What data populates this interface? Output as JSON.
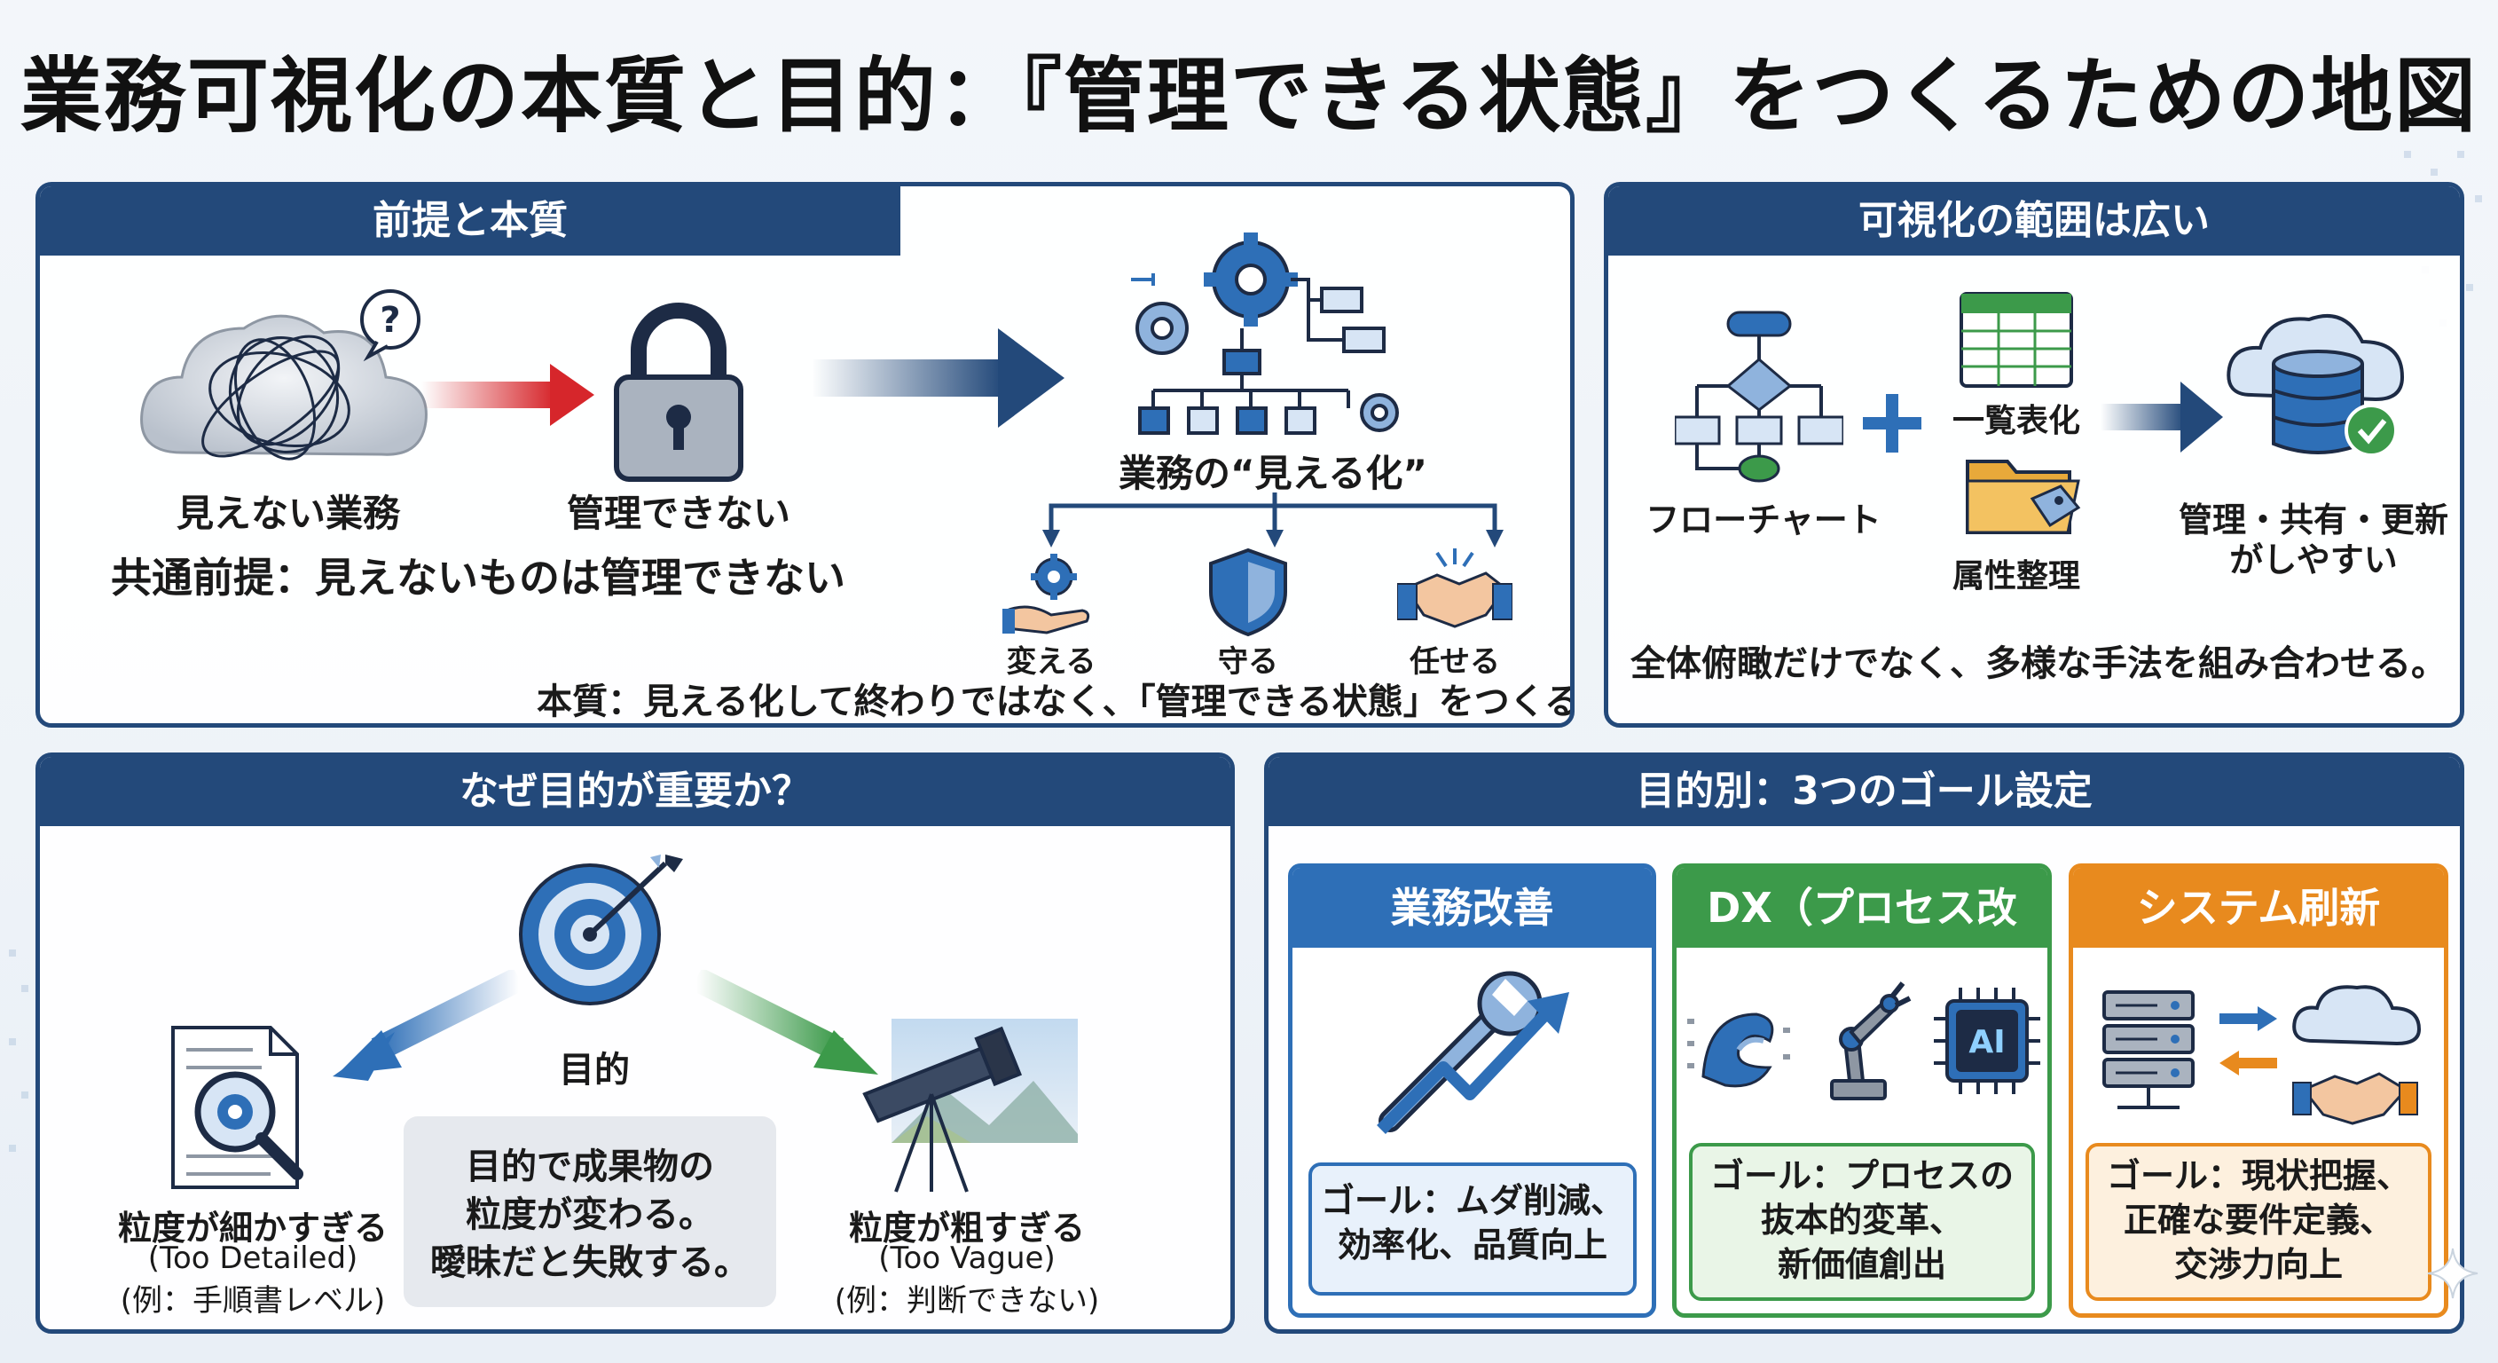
{
  "title": "業務可視化の本質と目的：『管理できる状態』をつくるための地図",
  "panel1": {
    "heading": "前提と本質",
    "invisible_work": "見えない業務",
    "cannot_manage": "管理できない",
    "premise": "共通前提：見えないものは管理できない",
    "visualization": "業務の“見える化”",
    "benefit_change": "変える",
    "benefit_protect": "守る",
    "benefit_delegate": "任せる",
    "essence": "本質：見える化して終わりではなく、「管理できる状態」をつくる"
  },
  "panel2": {
    "heading": "可視化の範囲は広い",
    "flowchart": "フローチャート",
    "list": "一覧表化",
    "attribute": "属性整理",
    "result_line1": "管理・共有・更新",
    "result_line2": "がしやすい",
    "summary": "全体俯瞰だけでなく、多様な手法を組み合わせる。"
  },
  "panel3": {
    "heading": "なぜ目的が重要か？",
    "purpose": "目的",
    "too_detailed": "粒度が細かすぎる",
    "too_detailed_en": "(Too Detailed)",
    "too_detailed_ex": "(例：手順書レベル)",
    "too_vague": "粒度が粗すぎる",
    "too_vague_en": "(Too Vague)",
    "too_vague_ex": "(例：判断できない)",
    "note_line1": "目的で成果物の",
    "note_line2": "粒度が変わる。",
    "note_line3": "曖昧だと失敗する。"
  },
  "panel4": {
    "heading": "目的別：3つのゴール設定",
    "goals": [
      {
        "title": "業務改善",
        "line1": "ゴール：ムダ削減、",
        "line2": "効率化、品質向上",
        "line3": "",
        "color": "#2e6fb7",
        "box_bg": "#e8f1fb"
      },
      {
        "title": "DX（プロセス改革）",
        "line1": "ゴール：プロセスの",
        "line2": "抜本的変革、",
        "line3": "新価値創出",
        "color": "#3c9a4a",
        "box_bg": "#e9f5e7"
      },
      {
        "title": "システム刷新",
        "line1": "ゴール：現状把握、",
        "line2": "正確な要件定義、",
        "line3": "交渉力向上",
        "color": "#e88a1e",
        "box_bg": "#fdf0de"
      }
    ],
    "ai_chip": "AI"
  },
  "colors": {
    "navy": "#23497a",
    "blue": "#2e6fb7",
    "green": "#3c9a4a",
    "orange": "#e88a1e",
    "red": "#d6262b"
  }
}
